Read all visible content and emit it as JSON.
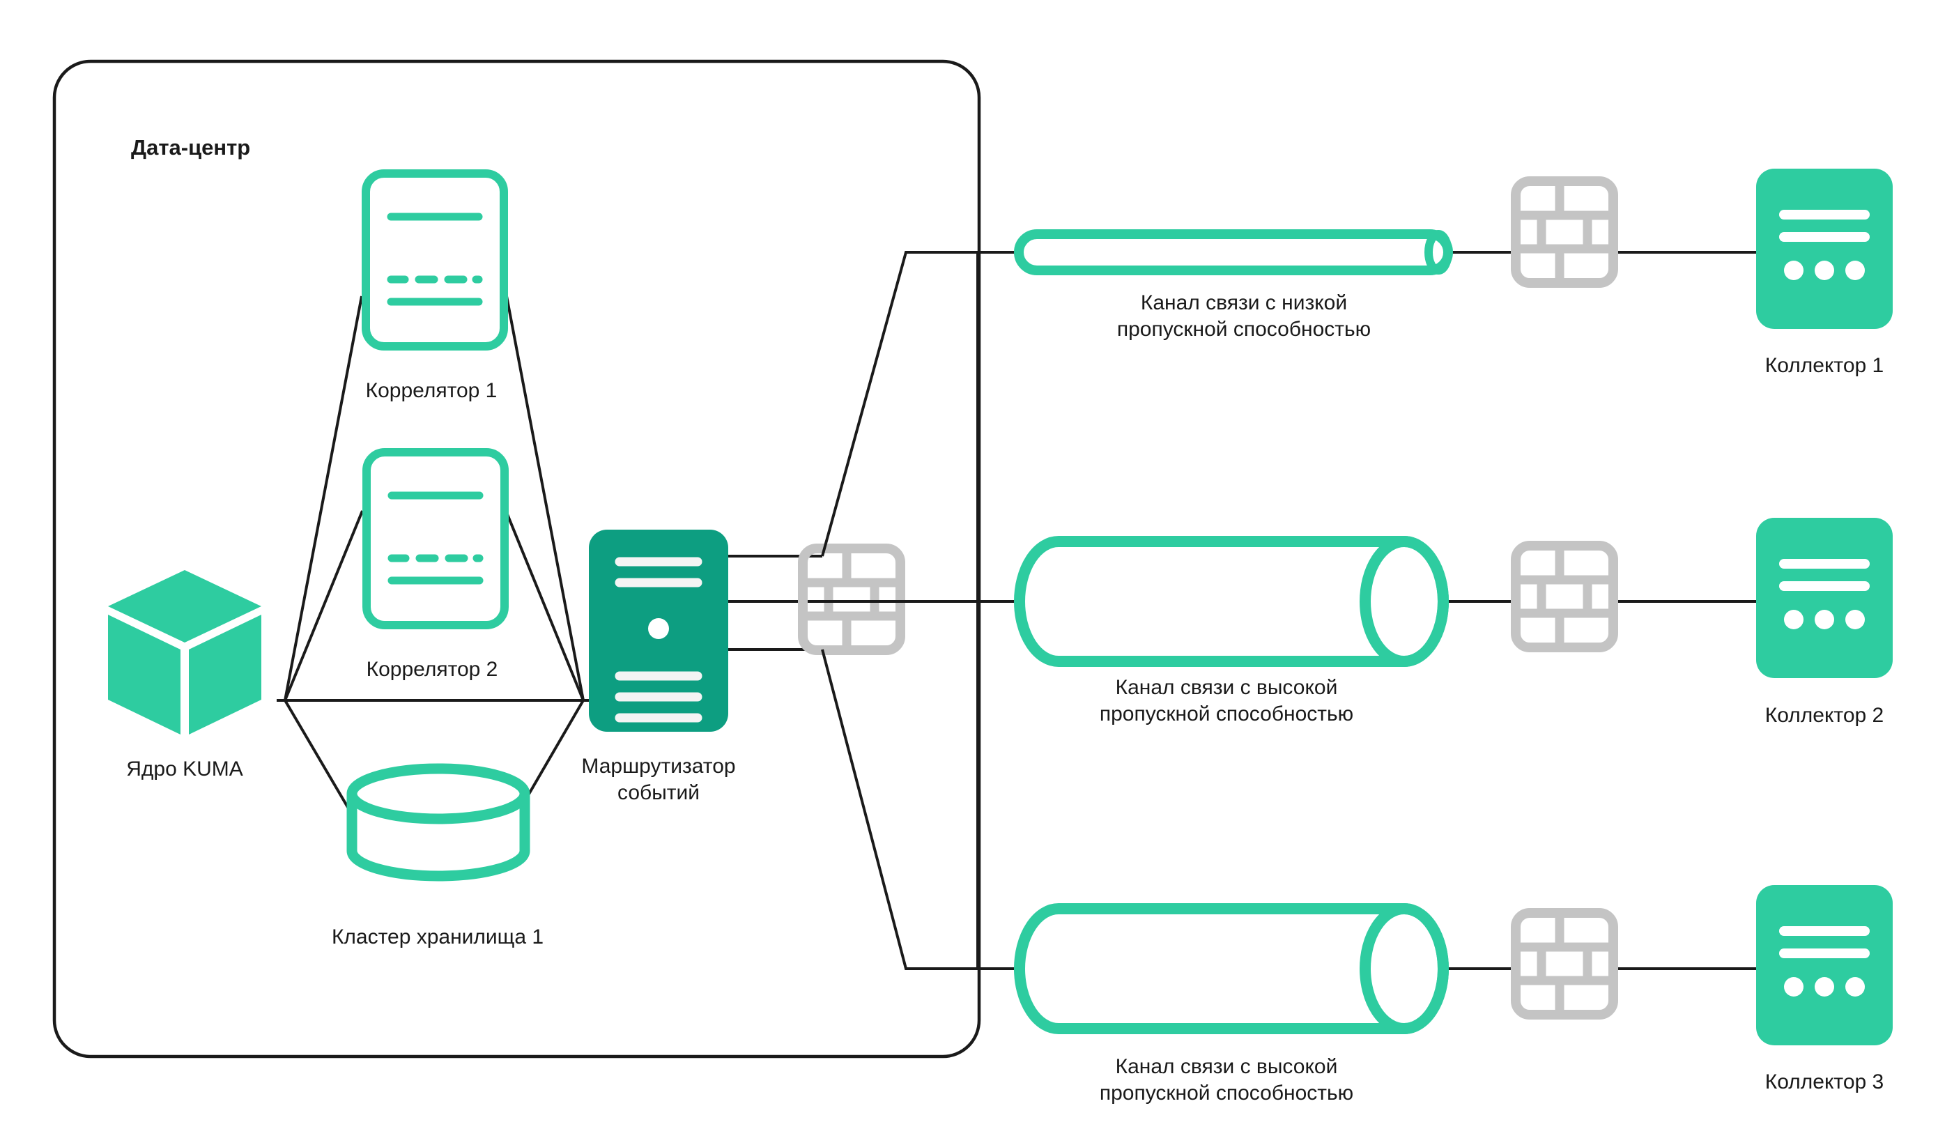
{
  "diagram": {
    "title": "Дата-центр",
    "colors": {
      "accent_light": "#2ECCA0",
      "accent_dark": "#0D9E81",
      "line": "#1a1a1a",
      "firewall": "#c4c4c4",
      "background": "#ffffff",
      "text": "#1a1a1a"
    },
    "datacenter": {
      "label": "Дата-центр"
    },
    "nodes": [
      {
        "id": "kuma-core",
        "label": "Ядро KUMA",
        "icon": "cube-icon",
        "kind": "cube"
      },
      {
        "id": "correlator-1",
        "label": "Коррелятор 1",
        "icon": "correlator-icon",
        "kind": "correlator"
      },
      {
        "id": "correlator-2",
        "label": "Коррелятор 2",
        "icon": "correlator-icon",
        "kind": "correlator"
      },
      {
        "id": "storage-cluster-1",
        "label": "Кластер хранилища 1",
        "icon": "database-cylinder-icon",
        "kind": "storage"
      },
      {
        "id": "event-router",
        "label": "Маршрутизатор\nсобытий",
        "label_line1": "Маршрутизатор",
        "label_line2": "событий",
        "icon": "server-icon",
        "kind": "router"
      }
    ],
    "firewalls": [
      {
        "id": "firewall-left",
        "icon": "brick-wall-icon",
        "label": ""
      },
      {
        "id": "firewall-top-right",
        "icon": "brick-wall-icon",
        "label": ""
      },
      {
        "id": "firewall-mid-right",
        "icon": "brick-wall-icon",
        "label": ""
      },
      {
        "id": "firewall-bottom-right",
        "icon": "brick-wall-icon",
        "label": ""
      }
    ],
    "channels": [
      {
        "id": "channel-low",
        "icon": "pipe-narrow-icon",
        "bandwidth": "low",
        "label_line1": "Канал связи с низкой",
        "label_line2": "пропускной способностью"
      },
      {
        "id": "channel-high-1",
        "icon": "pipe-wide-icon",
        "bandwidth": "high",
        "label_line1": "Канал связи с высокой",
        "label_line2": "пропускной способностью"
      },
      {
        "id": "channel-high-2",
        "icon": "pipe-wide-icon",
        "bandwidth": "high",
        "label_line1": "Канал связи с высокой",
        "label_line2": "пропускной способностью"
      }
    ],
    "collectors": [
      {
        "id": "collector-1",
        "label": "Коллектор 1",
        "icon": "collector-icon"
      },
      {
        "id": "collector-2",
        "label": "Коллектор 2",
        "icon": "collector-icon"
      },
      {
        "id": "collector-3",
        "label": "Коллектор 3",
        "icon": "collector-icon"
      }
    ]
  }
}
